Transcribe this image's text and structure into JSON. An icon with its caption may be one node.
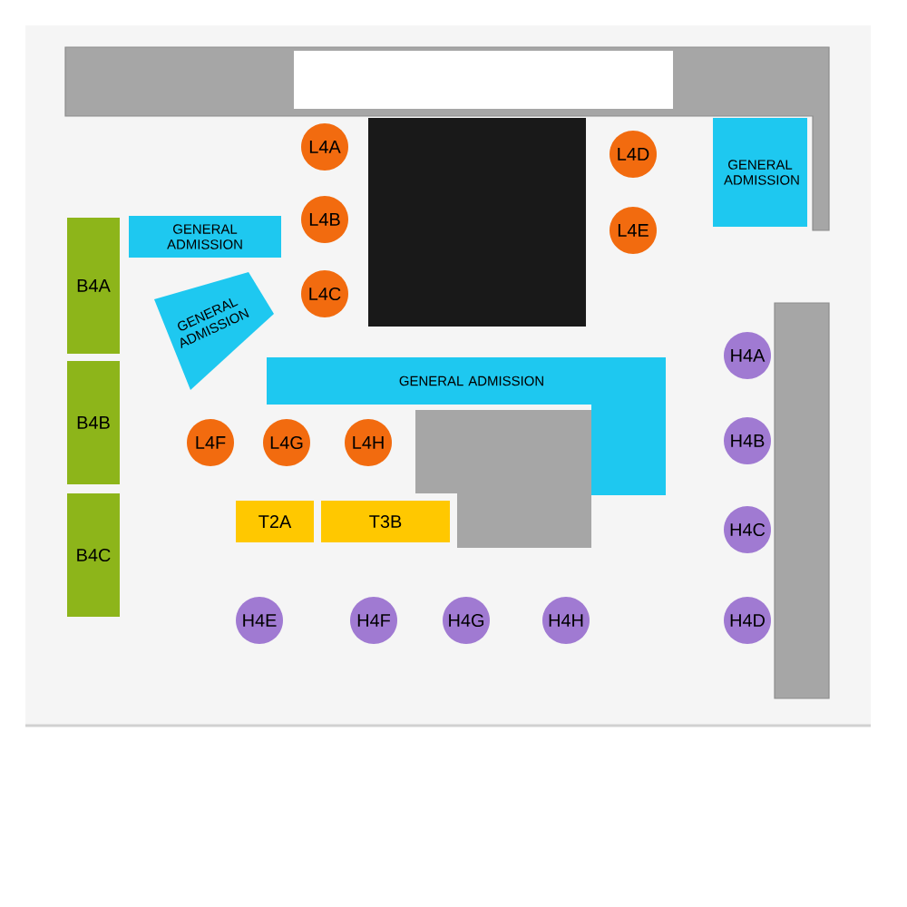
{
  "diagram": {
    "nodes": [
      {
        "text": [
          "L4A"
        ]
      },
      {
        "text": [
          "L4D"
        ]
      },
      {
        "text": [
          "GENERAL ADMISSION"
        ]
      },
      {
        "text": [
          "GENERAL ADMISSION"
        ]
      },
      {
        "text": [
          "L4B"
        ]
      },
      {
        "text": [
          "L4E"
        ]
      },
      {
        "text": [
          "L4C"
        ]
      },
      {
        "text": [
          "B4A"
        ]
      },
      {
        "text": [
          "GENERAL ADMISSION"
        ]
      },
      {
        "text": [
          "H4A"
        ]
      },
      {
        "text": [
          "GENERAL ADMISSION"
        ]
      },
      {
        "text": [
          "B4B"
        ]
      },
      {
        "text": [
          "L4F"
        ]
      },
      {
        "text": [
          "L4G"
        ]
      },
      {
        "text": [
          "L4H"
        ]
      },
      {
        "text": [
          "H4B"
        ]
      },
      {
        "text": [
          "T2A"
        ]
      },
      {
        "text": [
          "T3B"
        ]
      },
      {
        "text": [
          "H4C"
        ]
      },
      {
        "text": [
          "B4C"
        ]
      },
      {
        "text": [
          "H4E"
        ]
      },
      {
        "text": [
          "H4F"
        ]
      },
      {
        "text": [
          "H4G"
        ]
      },
      {
        "text": [
          "H4H"
        ]
      },
      {
        "text": [
          "H4D"
        ]
      },
      {
        "text": [],
        "shape": "bar"
      },
      {
        "text": [],
        "shape": "box"
      },
      {
        "text": [],
        "shape": "box"
      },
      {
        "text": [],
        "shape": "bar"
      }
    ]
  }
}
